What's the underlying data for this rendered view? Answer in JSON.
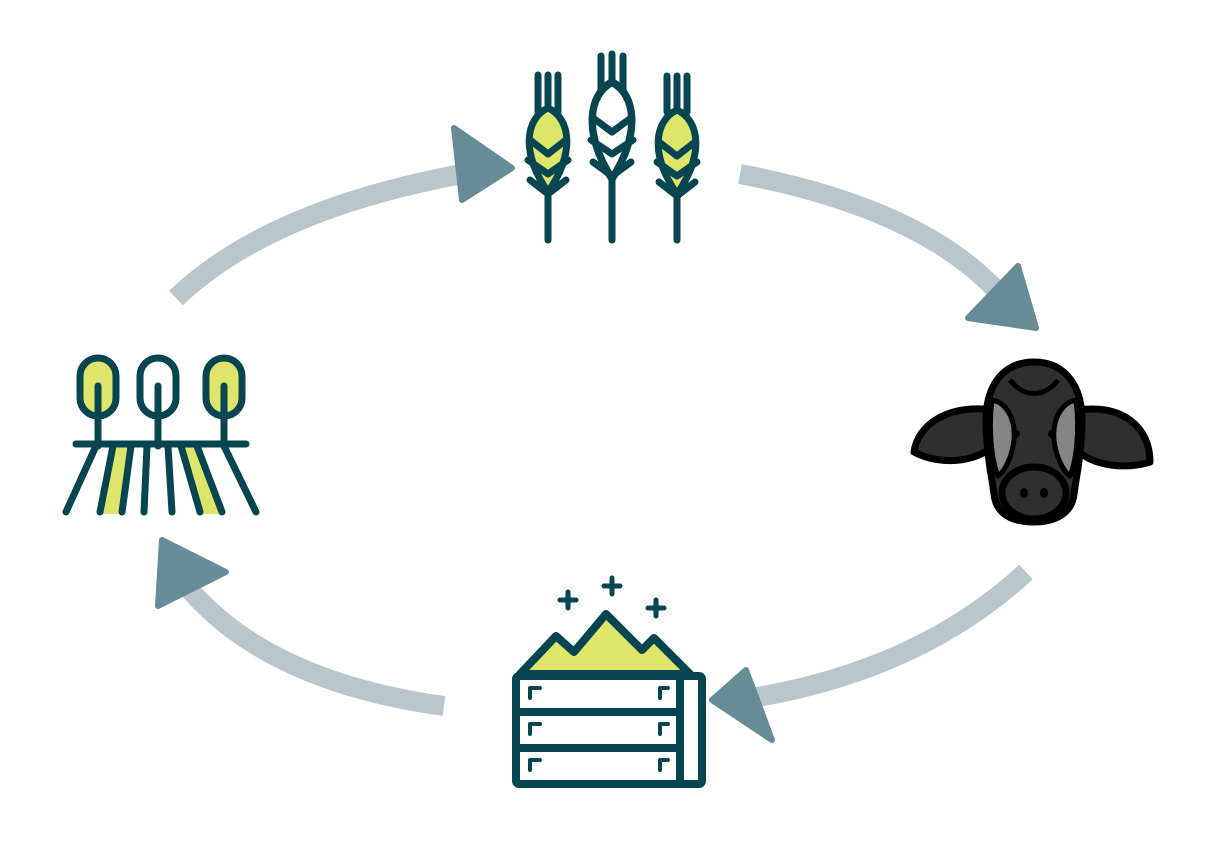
{
  "diagram": {
    "type": "cycle",
    "colors": {
      "dark": "#074550",
      "accent": "#DDE56A",
      "arc": "#B9C7CD",
      "arrowhead": "#668D97",
      "cow_body": "#2F2F2F",
      "cow_patch": "#858585",
      "cow_outline": "#000000"
    },
    "nodes": [
      {
        "id": "wheat",
        "icon": "wheat-stalks-icon"
      },
      {
        "id": "cow",
        "icon": "cow-head-icon"
      },
      {
        "id": "compost",
        "icon": "compost-crate-icon"
      },
      {
        "id": "field",
        "icon": "crop-field-icon"
      }
    ],
    "edges": [
      {
        "from": "field",
        "to": "wheat"
      },
      {
        "from": "wheat",
        "to": "cow"
      },
      {
        "from": "cow",
        "to": "compost"
      },
      {
        "from": "compost",
        "to": "field"
      }
    ]
  }
}
